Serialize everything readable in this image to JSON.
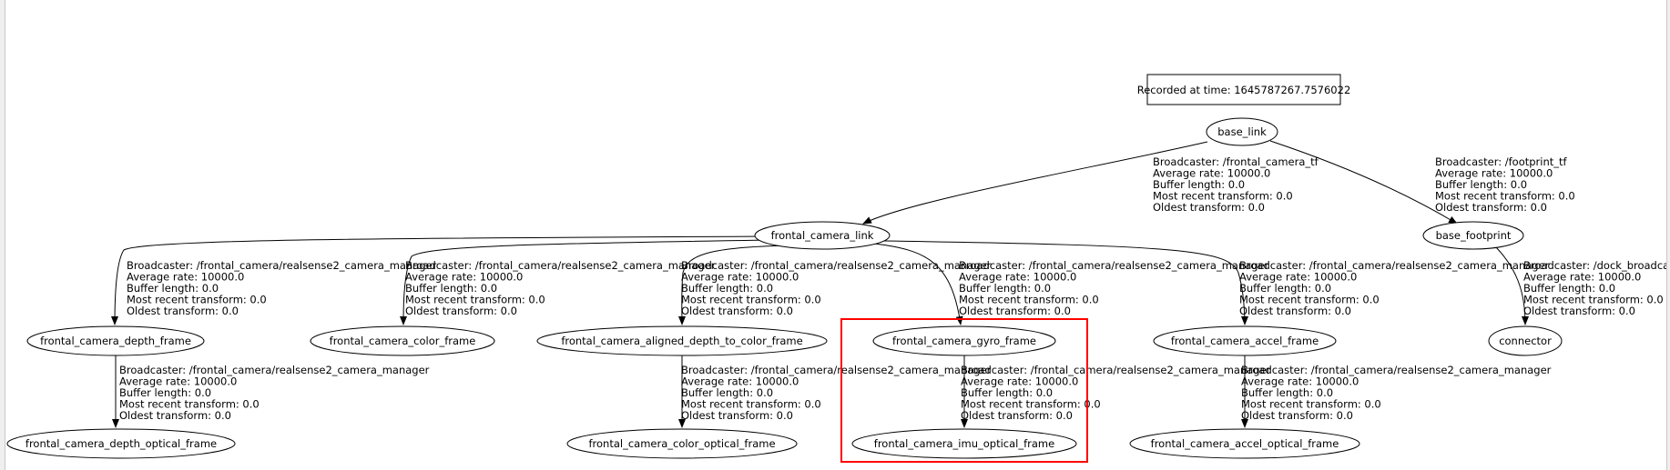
{
  "recorded": "Recorded at time: 1645787267.7576022",
  "highlight_color": "#ff0000",
  "nodes": [
    "base_link",
    "frontal_camera_link",
    "base_footprint",
    "frontal_camera_depth_frame",
    "frontal_camera_color_frame",
    "frontal_camera_aligned_depth_to_color_frame",
    "frontal_camera_gyro_frame",
    "frontal_camera_accel_frame",
    "connector",
    "frontal_camera_depth_optical_frame",
    "frontal_camera_color_optical_frame",
    "frontal_camera_imu_optical_frame",
    "frontal_camera_accel_optical_frame"
  ],
  "edges": [
    {
      "from": "base_link",
      "to": "frontal_camera_link",
      "label": [
        "Broadcaster: /frontal_camera_tf",
        "Average rate: 10000.0",
        "Buffer length: 0.0",
        "Most recent transform: 0.0",
        "Oldest transform: 0.0"
      ]
    },
    {
      "from": "base_link",
      "to": "base_footprint",
      "label": [
        "Broadcaster: /footprint_tf",
        "Average rate: 10000.0",
        "Buffer length: 0.0",
        "Most recent transform: 0.0",
        "Oldest transform: 0.0"
      ]
    },
    {
      "from": "frontal_camera_link",
      "to": "frontal_camera_depth_frame",
      "label": [
        "Broadcaster: /frontal_camera/realsense2_camera_manager",
        "Average rate: 10000.0",
        "Buffer length: 0.0",
        "Most recent transform: 0.0",
        "Oldest transform: 0.0"
      ]
    },
    {
      "from": "frontal_camera_link",
      "to": "frontal_camera_color_frame",
      "label": [
        "Broadcaster: /frontal_camera/realsense2_camera_manager",
        "Average rate: 10000.0",
        "Buffer length: 0.0",
        "Most recent transform: 0.0",
        "Oldest transform: 0.0"
      ]
    },
    {
      "from": "frontal_camera_link",
      "to": "frontal_camera_aligned_depth_to_color_frame",
      "label": [
        "Broadcaster: /frontal_camera/realsense2_camera_manager",
        "Average rate: 10000.0",
        "Buffer length: 0.0",
        "Most recent transform: 0.0",
        "Oldest transform: 0.0"
      ]
    },
    {
      "from": "frontal_camera_link",
      "to": "frontal_camera_gyro_frame",
      "label": [
        "Broadcaster: /frontal_camera/realsense2_camera_manager",
        "Average rate: 10000.0",
        "Buffer length: 0.0",
        "Most recent transform: 0.0",
        "Oldest transform: 0.0"
      ]
    },
    {
      "from": "frontal_camera_link",
      "to": "frontal_camera_accel_frame",
      "label": [
        "Broadcaster: /frontal_camera/realsense2_camera_manager",
        "Average rate: 10000.0",
        "Buffer length: 0.0",
        "Most recent transform: 0.0",
        "Oldest transform: 0.0"
      ]
    },
    {
      "from": "base_footprint",
      "to": "connector",
      "label": [
        "Broadcaster: /dock_broadcaster",
        "Average rate: 10000.0",
        "Buffer length: 0.0",
        "Most recent transform: 0.0",
        "Oldest transform: 0.0"
      ]
    },
    {
      "from": "frontal_camera_depth_frame",
      "to": "frontal_camera_depth_optical_frame",
      "label": [
        "Broadcaster: /frontal_camera/realsense2_camera_manager",
        "Average rate: 10000.0",
        "Buffer length: 0.0",
        "Most recent transform: 0.0",
        "Oldest transform: 0.0"
      ]
    },
    {
      "from": "frontal_camera_aligned_depth_to_color_frame",
      "to": "frontal_camera_color_optical_frame",
      "label": [
        "Broadcaster: /frontal_camera/realsense2_camera_manager",
        "Average rate: 10000.0",
        "Buffer length: 0.0",
        "Most recent transform: 0.0",
        "Oldest transform: 0.0"
      ]
    },
    {
      "from": "frontal_camera_gyro_frame",
      "to": "frontal_camera_imu_optical_frame",
      "label": [
        "Broadcaster: /frontal_camera/realsense2_camera_manager",
        "Average rate: 10000.0",
        "Buffer length: 0.0",
        "Most recent transform: 0.0",
        "Oldest transform: 0.0"
      ]
    },
    {
      "from": "frontal_camera_accel_frame",
      "to": "frontal_camera_accel_optical_frame",
      "label": [
        "Broadcaster: /frontal_camera/realsense2_camera_manager",
        "Average rate: 10000.0",
        "Buffer length: 0.0",
        "Most recent transform: 0.0",
        "Oldest transform: 0.0"
      ]
    }
  ]
}
